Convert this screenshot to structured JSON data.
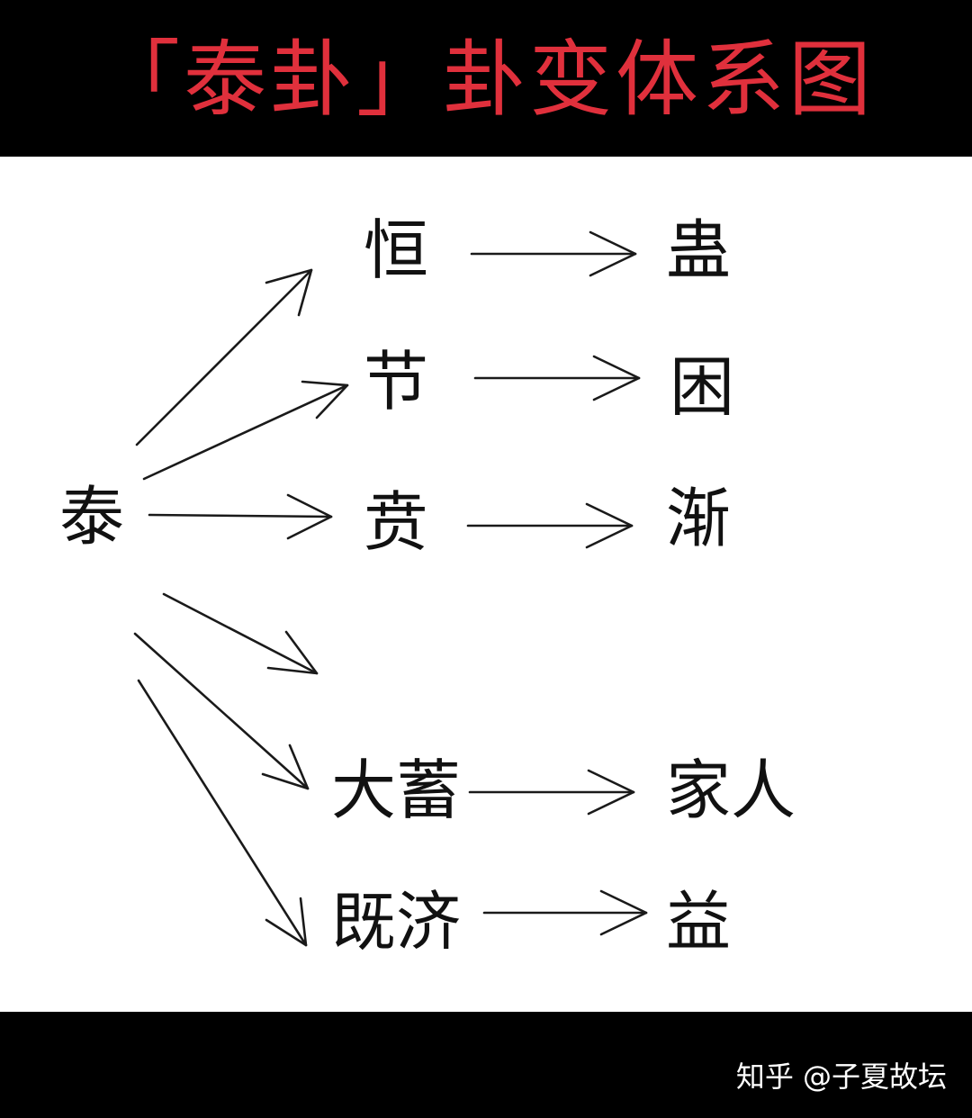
{
  "header": {
    "title": "「泰卦」卦变体系图",
    "title_color": "#e0303c"
  },
  "diagram": {
    "root": "泰",
    "branches": [
      {
        "first": "恒",
        "second": "蛊"
      },
      {
        "first": "节",
        "second": "困"
      },
      {
        "first": "贲",
        "second": "渐"
      },
      {
        "first": "",
        "second": ""
      },
      {
        "first": "大蓄",
        "second": "家人"
      },
      {
        "first": "既济",
        "second": "益"
      }
    ]
  },
  "footer": {
    "watermark": "知乎 @子夏故坛"
  }
}
